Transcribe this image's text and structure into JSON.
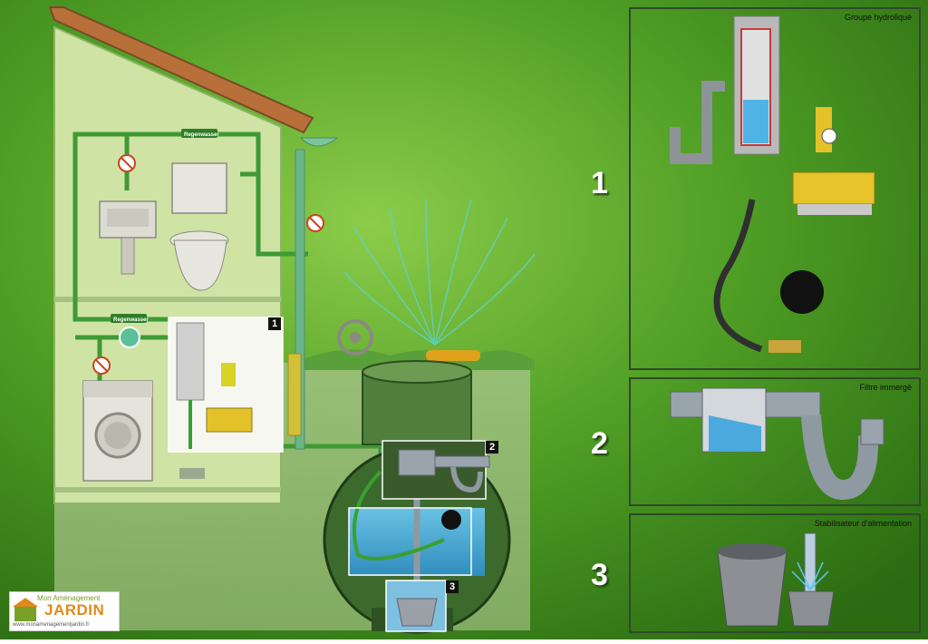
{
  "diagram": {
    "pipe_labels": [
      "Regenwasser",
      "Regenwasser"
    ],
    "callouts": [
      "1",
      "2",
      "3"
    ],
    "side_numbers": [
      "1",
      "2",
      "3"
    ]
  },
  "panels": [
    {
      "title": "Groupe hydrolique"
    },
    {
      "title": "Filtre immergé"
    },
    {
      "title": "Stabilisateur d'alimentation"
    }
  ],
  "logo": {
    "top": "Mon Aménagement",
    "main": "JARDIN",
    "url": "www.monamenagementjardin.fr"
  },
  "colors": {
    "background": "#4e9a22",
    "house_wall": "#cfe3a5",
    "pipe_green": "#3f9a34",
    "water": "#4aa8d8",
    "tank": "#3c6a2c"
  }
}
